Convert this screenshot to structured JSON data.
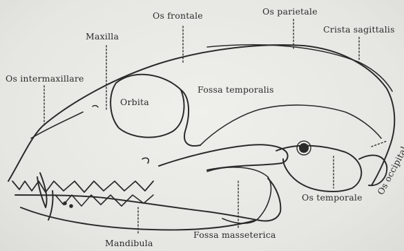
{
  "labels": {
    "os_frontale": "Os frontale",
    "os_parietale": "Os parietale",
    "crista_sagittalis": "Crista sagittalis",
    "maxilla": "Maxilla",
    "os_intermaxillare": "Os intermaxillare",
    "orbita": "Orbita",
    "fossa_temporalis": "Fossa temporalis",
    "os_occipitale": "Os occipitale",
    "os_temporale": "Os temporale",
    "fossa_masseterica": "Fossa masseterica",
    "mandibula": "Mandibula"
  },
  "colors": {
    "ink": "#2a2a2a",
    "paper": "#e9e9e5"
  }
}
